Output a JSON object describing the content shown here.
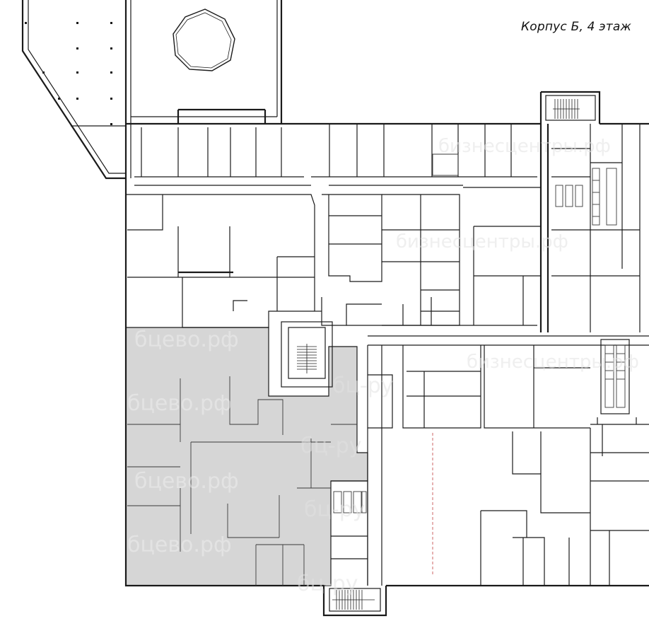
{
  "floor_label": "Корпус Б, 4 этаж",
  "watermarks": [
    "бц-ру",
    "бизнесцентры.рф",
    "бцево.рф"
  ],
  "colors": {
    "highlight": "#d6d6d6",
    "wall": "#1a1a1a",
    "background": "#ffffff"
  },
  "highlighted_unit": {
    "shaded": true
  },
  "icons": [
    "staircase-icon",
    "escalator-icon",
    "toilet-icon",
    "column-icon"
  ]
}
